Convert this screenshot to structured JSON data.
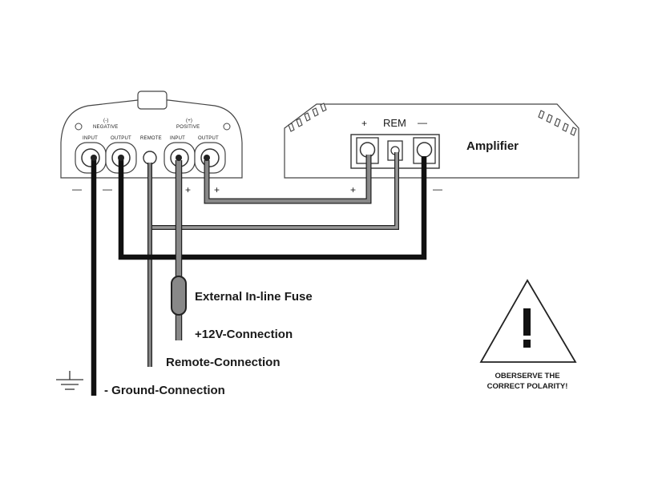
{
  "capacitor": {
    "negative_sign": "(-)",
    "negative_label": "NEGATIVE",
    "positive_sign": "(+)",
    "positive_label": "POSITIVE",
    "input_label": "INPUT",
    "output_label": "OUTPUT",
    "remote_label": "REMOTE",
    "minus_1": "—",
    "minus_2": "—",
    "plus_1": "+",
    "plus_2": "+"
  },
  "amplifier": {
    "title": "Amplifier",
    "rem_label": "REM",
    "plus_label": "+",
    "minus_label": "—",
    "wire_plus": "+",
    "wire_minus": "—"
  },
  "wires": {
    "fuse_label": "External In-line Fuse",
    "v12_label": "+12V-Connection",
    "remote_label": "Remote-Connection",
    "ground_label": "- Ground-Connection"
  },
  "warning": {
    "line1": "OBERSERVE THE",
    "line2": "CORRECT POLARITY!",
    "icon_mark": "!"
  },
  "colors": {
    "outline": "#333333",
    "wire_black": "#1a1a1a",
    "wire_gray": "#777777",
    "wire_border": "#222222"
  }
}
